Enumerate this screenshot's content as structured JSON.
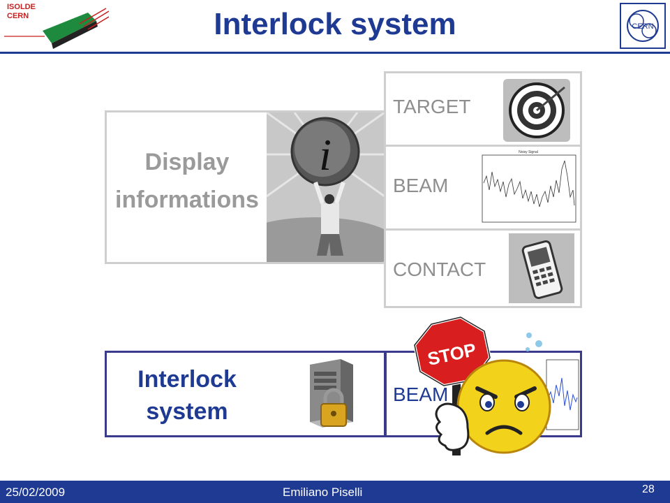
{
  "header": {
    "title": "Interlock system",
    "left_logo_lines": [
      "ISOLDE",
      "CERN"
    ],
    "right_logo_text": "CERN"
  },
  "display_panel": {
    "lines": [
      "Display",
      "informations"
    ],
    "icon": "info-figure-icon"
  },
  "side_panels": {
    "target": {
      "label": "TARGET",
      "icon": "target-icon"
    },
    "beam": {
      "label": "BEAM",
      "icon": "noisy-signal-plot",
      "plot_title": "Noisy Signal"
    },
    "contact": {
      "label": "CONTACT",
      "icon": "mobile-phone-icon"
    }
  },
  "interlock_panel": {
    "lines": [
      "Interlock",
      "system"
    ],
    "icon": "server-lock-icon"
  },
  "interlock_beam_panel": {
    "label": "BEAM",
    "stop_sign": "STOP",
    "icon": "angry-face-stop-icon"
  },
  "footer": {
    "date": "25/02/2009",
    "author": "Emiliano Piselli",
    "page": "28"
  },
  "colors": {
    "accent": "#1f3a93",
    "gray_text": "#9a9a9a",
    "stop_red": "#d81e1e",
    "face_yellow": "#f2d21b"
  }
}
